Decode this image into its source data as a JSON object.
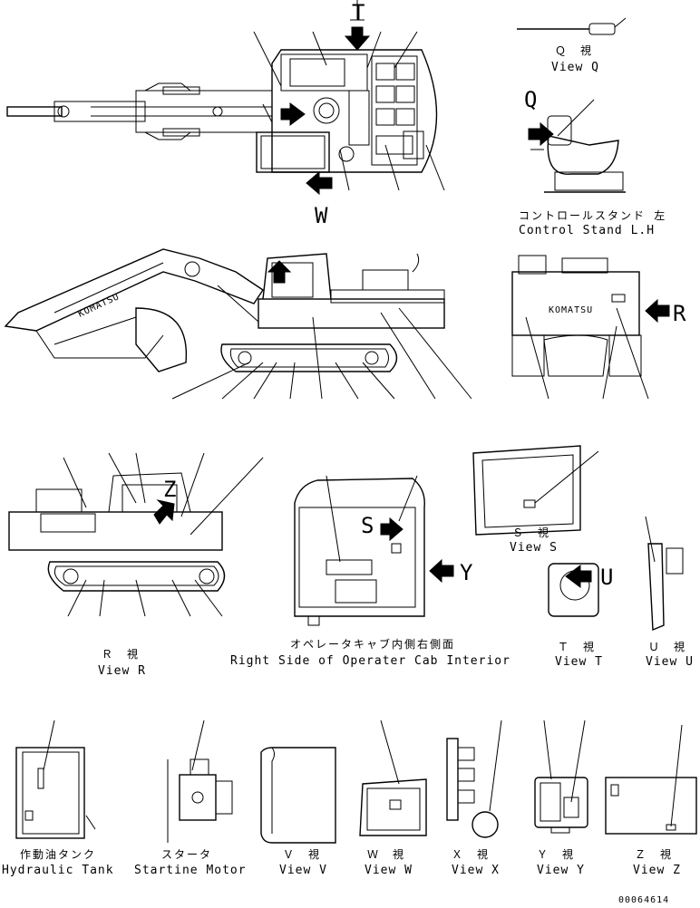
{
  "letters": {
    "t": "T",
    "q": "Q",
    "w": "W",
    "r": "R",
    "s": "S",
    "y": "Y",
    "u": "U",
    "z": "Z"
  },
  "views": {
    "q_jp": "Ｑ　視",
    "q_en": "View Q",
    "control_jp": "コントロールスタンド 左",
    "control_en": "Control Stand L.H",
    "r_jp": "Ｒ　視",
    "r_en": "View R",
    "s_jp": "Ｓ　視",
    "s_en": "View S",
    "cab_jp": "オペレータキャブ内側右側面",
    "cab_en": "Right Side of Operater Cab Interior",
    "t_jp": "Ｔ　視",
    "t_en": "View T",
    "u_jp": "Ｕ　視",
    "u_en": "View U",
    "tank_jp": "作動油タンク",
    "tank_en": "Hydraulic Tank",
    "starter_jp": "スタータ",
    "starter_en": "Startine Motor",
    "v_jp": "Ｖ　視",
    "v_en": "View V",
    "w_jp": "Ｗ　視",
    "w_en": "View W",
    "x_jp": "Ｘ　視",
    "x_en": "View X",
    "y_jp": "Ｙ　視",
    "y_en": "View Y",
    "z_jp": "Ｚ　視",
    "z_en": "View Z"
  },
  "brand": "KOMATSU",
  "drawing_code": "00064614"
}
